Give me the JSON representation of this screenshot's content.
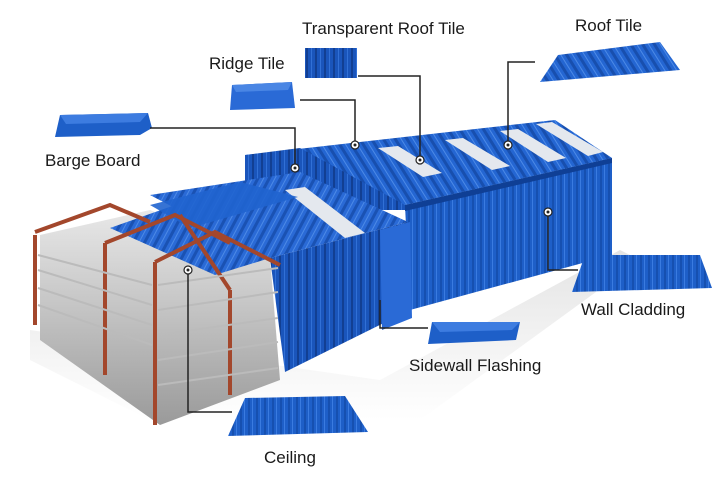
{
  "labels": {
    "transparent_roof_tile": "Transparent Roof Tile",
    "roof_tile": "Roof Tile",
    "ridge_tile": "Ridge Tile",
    "barge_board": "Barge Board",
    "wall_cladding": "Wall Cladding",
    "sidewall_flashing": "Sidewall Flashing",
    "ceiling": "Ceiling"
  },
  "colors": {
    "panel_blue": "#1e5fc8",
    "panel_dark": "#0f3f95",
    "skylight": "#e4e8ee",
    "frame_rust": "#a3472c",
    "leader_line": "#222222"
  }
}
